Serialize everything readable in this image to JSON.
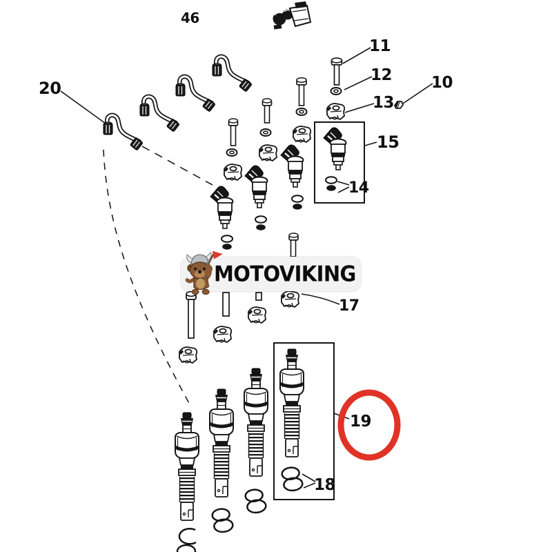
{
  "brand": {
    "name": "MOTOVIKING",
    "pill_bg": "#f2f2f2",
    "text_color": "#0b0b0b",
    "mascot_icon": "viking-dog-mascot-icon",
    "flag_color": "#d93a2b"
  },
  "highlight": {
    "shape": "ellipse-outline",
    "color": "#e03226",
    "target_callout": "19"
  },
  "diagram_line_color": "#141414",
  "background_color": "#ffffff",
  "callouts": {
    "c46": {
      "label": "46"
    },
    "c20": {
      "label": "20"
    },
    "c11": {
      "label": "11"
    },
    "c12": {
      "label": "12"
    },
    "c13": {
      "label": "13"
    },
    "c10": {
      "label": "10"
    },
    "c15": {
      "label": "15"
    },
    "c14": {
      "label": "14"
    },
    "c17": {
      "label": "17"
    },
    "c19": {
      "label": "19"
    },
    "c18": {
      "label": "18"
    }
  }
}
